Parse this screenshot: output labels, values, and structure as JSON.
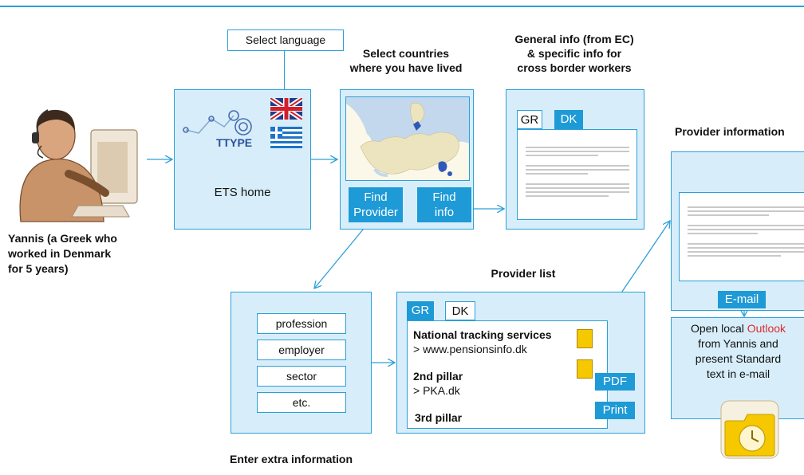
{
  "person": {
    "caption_lines": [
      "Yannis (a Greek who",
      "worked in Denmark",
      "for 5 years)"
    ]
  },
  "home": {
    "callout": "Select language",
    "logo_text": "TTYPE",
    "title": "ETS home"
  },
  "countries": {
    "heading_lines": [
      "Select countries",
      "where you have lived"
    ],
    "find_provider_lines": [
      "Find",
      "Provider"
    ],
    "find_info_lines": [
      "Find",
      "info"
    ]
  },
  "general_info": {
    "heading_lines": [
      "General info (from EC)",
      "& specific info for",
      "cross border workers"
    ],
    "tabs": [
      "GR",
      "DK"
    ]
  },
  "provider_info": {
    "heading": "Provider information",
    "email_label": "E-mail"
  },
  "extra": {
    "fields": [
      "profession",
      "employer",
      "sector",
      "etc."
    ],
    "caption": "Enter extra information"
  },
  "provider_list": {
    "heading": "Provider list",
    "tabs": [
      "GR",
      "DK"
    ],
    "entries": [
      {
        "title": "National tracking services",
        "link": "> www.pensionsinfo.dk"
      },
      {
        "title": "2nd pillar",
        "link": "> PKA.dk"
      },
      {
        "title": "3rd pillar",
        "link": ""
      }
    ],
    "pdf_label": "PDF",
    "print_label": "Print"
  },
  "outlook": {
    "text_before": "Open local ",
    "highlight": "Outlook",
    "text_after_lines": [
      "from Yannis and",
      "present Standard",
      "text in e-mail"
    ]
  },
  "colors": {
    "accent": "#1e9ad6",
    "panel": "#d7eefa",
    "highlight_red": "#e0282a",
    "folder_yellow": "#f5c800"
  }
}
